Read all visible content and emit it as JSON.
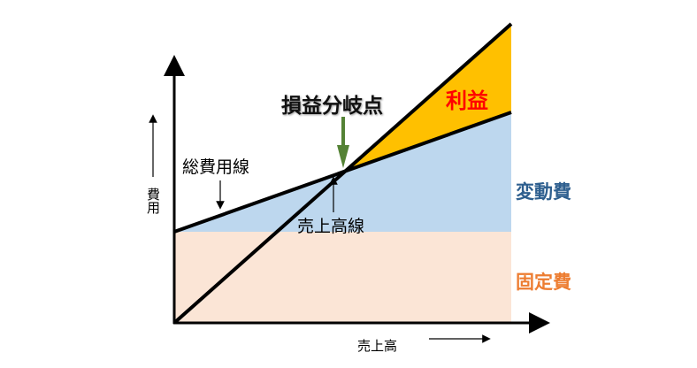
{
  "labels": {
    "break_even": "損益分岐点",
    "profit": "利益",
    "variable_cost": "変動費",
    "fixed_cost": "固定費",
    "total_cost_line": "総費用線",
    "sales_line": "売上高線",
    "y_axis": "費用",
    "x_axis": "売上高"
  },
  "colors": {
    "profit_fill": "#ffc000",
    "variable_fill": "#bdd7ee",
    "fixed_fill": "#fbe5d6",
    "profit_text": "#ff0000",
    "variable_text": "#2e5f8f",
    "fixed_text": "#ed7d31",
    "arrow_green": "#548235"
  }
}
